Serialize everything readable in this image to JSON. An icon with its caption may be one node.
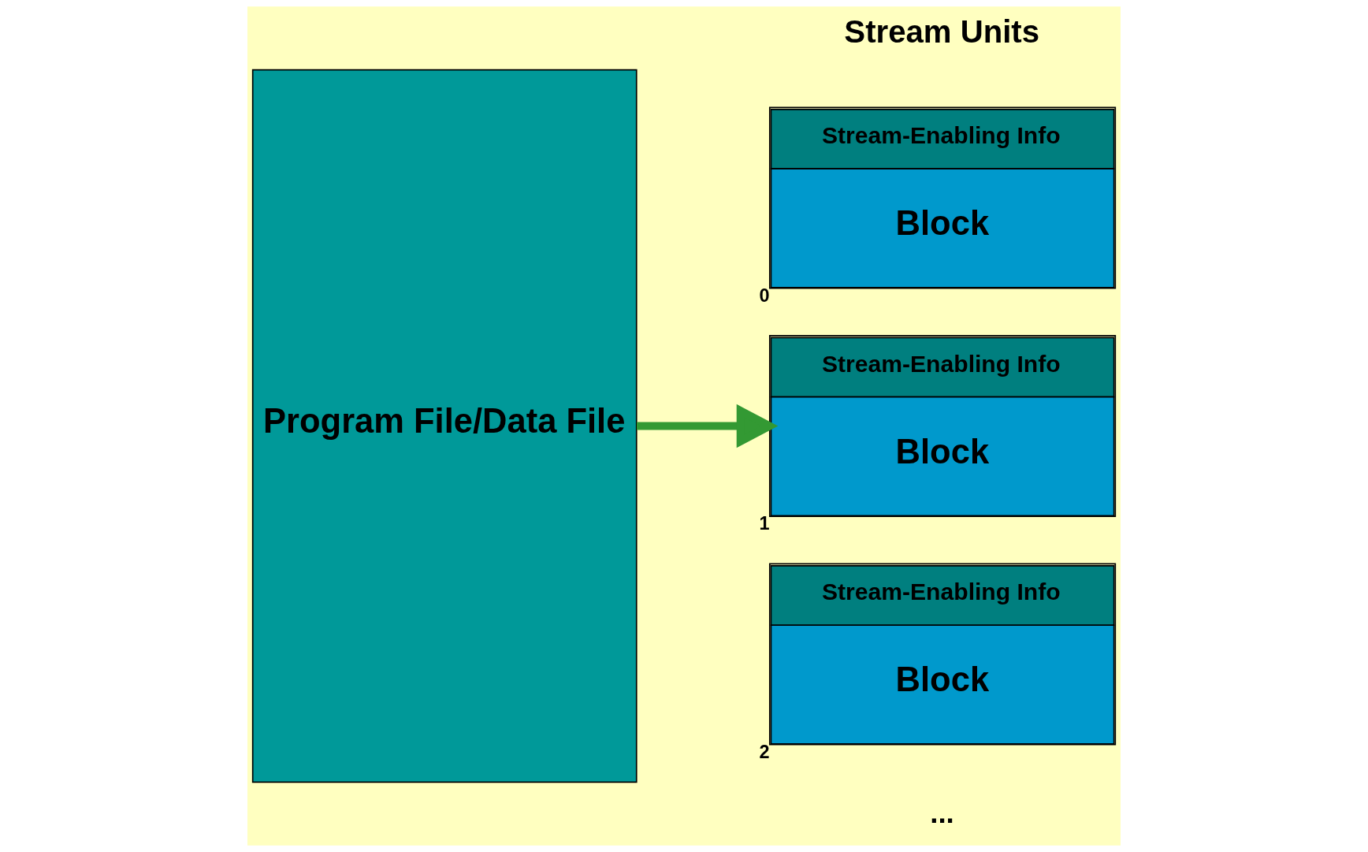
{
  "diagram": {
    "nodes": [
      {
        "text": [
          "Program File/Data File"
        ]
      },
      {
        "text": [
          "Stream-Enabling Info",
          "Block"
        ],
        "beside": [
          "0"
        ]
      },
      {
        "text": [
          "Stream-Enabling Info",
          "Block"
        ],
        "beside": [
          "1"
        ]
      },
      {
        "text": [
          "Stream-Enabling Info",
          "Block"
        ],
        "beside": [
          "2"
        ]
      }
    ],
    "edges": [
      {
        "from": 0,
        "to": 2,
        "arrow": "to"
      }
    ],
    "labels": [
      "Stream Units",
      "..."
    ]
  }
}
